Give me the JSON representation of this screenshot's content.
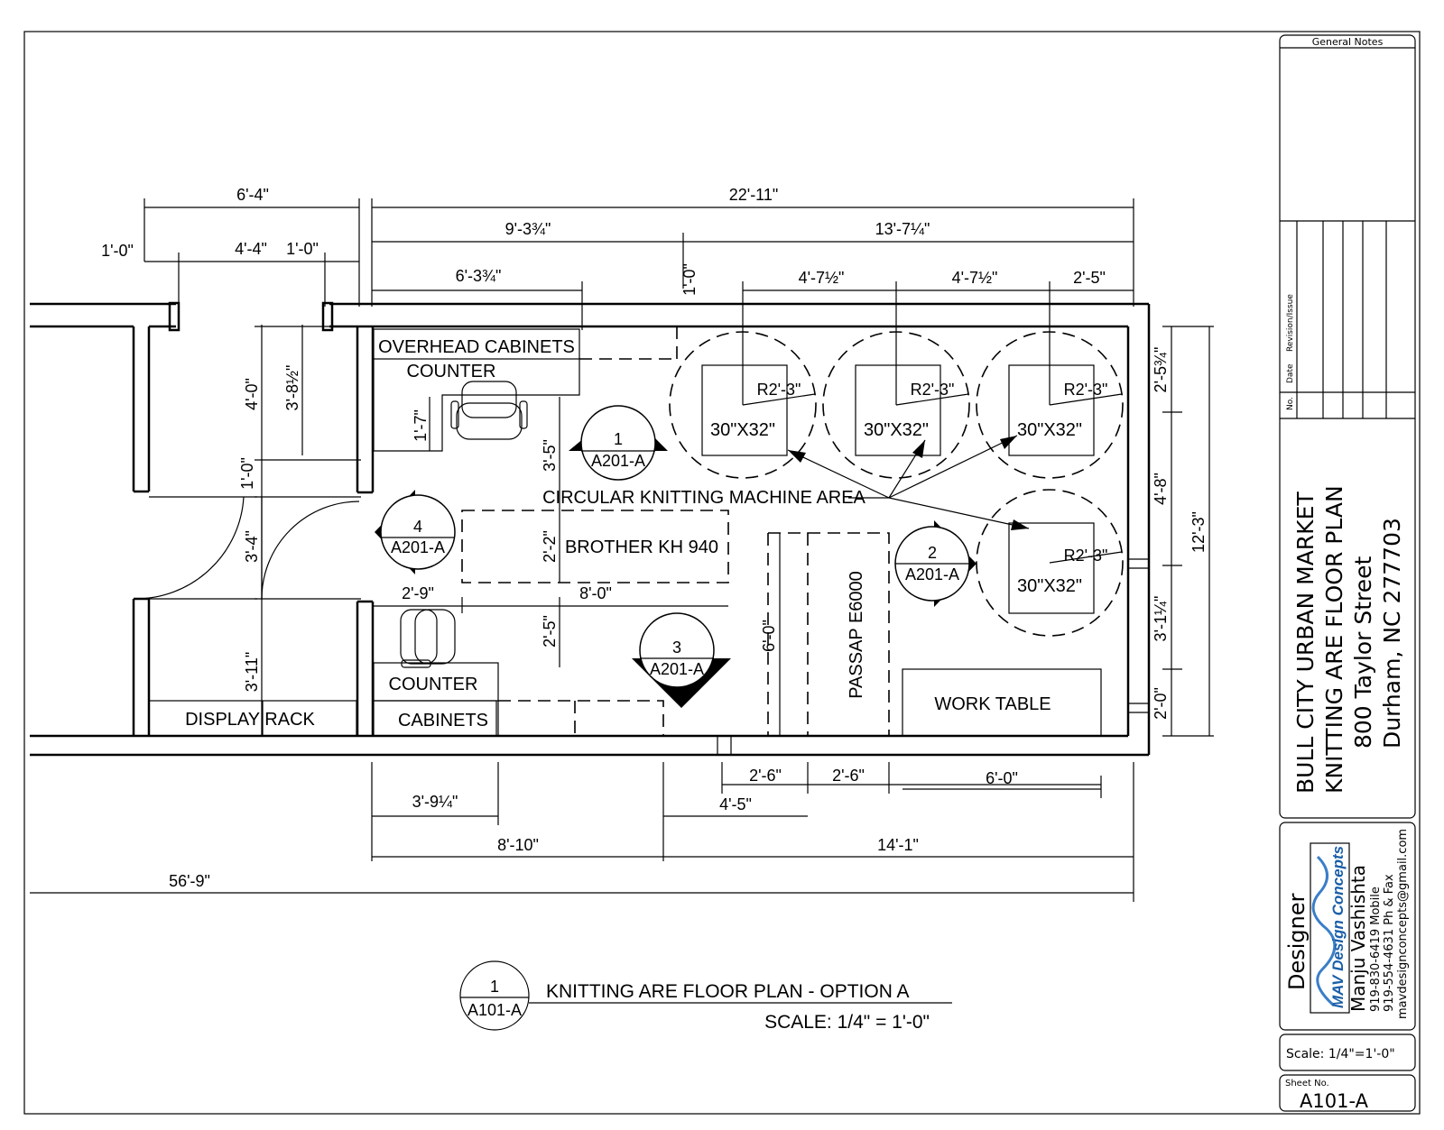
{
  "title_block": {
    "general_notes": "General Notes",
    "rev_no": "No.",
    "rev_date": "Date",
    "rev_desc": "Revision/Issue",
    "project_name": "BULL CITY URBAN MARKET",
    "drawing_title": "KNITTING ARE FLOOR PLAN",
    "street": "800 Taylor Street",
    "city": "Durham, NC 277703",
    "designer_label": "Designer",
    "logo_text": "MAV Design Concepts",
    "designer_name": "Manju Vashishta",
    "phone_mobile": "919-830-6419 Mobile",
    "phone_fax": "919-554-4631 Ph & Fax",
    "email": "mavdesignconcepts@gmail.com",
    "scale": "Scale: 1/4\"=1'-0\"",
    "sheet_label": "Sheet No.",
    "sheet_no": "A101-A"
  },
  "caption": {
    "bubble_num": "1",
    "bubble_ref": "A101-A",
    "title": "KNITTING ARE FLOOR PLAN - OPTION A",
    "scale": "SCALE: 1/4\" = 1'-0\""
  },
  "labels": {
    "overhead_cabinets": "OVERHEAD CABINETS",
    "counter_top": "COUNTER",
    "circular_area": "CIRCULAR KNITTING MACHINE AREA",
    "brother": "BROTHER KH 940",
    "passap": "PASSAP E6000",
    "work_table": "WORK TABLE",
    "counter_bottom": "COUNTER",
    "cabinets": "CABINETS",
    "display_rack": "DISPLAY RACK",
    "machine_1": "30\"X32\"",
    "machine_2": "30\"X32\"",
    "machine_3": "30\"X32\"",
    "machine_4": "30\"X32\"",
    "radius_1": "R2'-3\"",
    "radius_2": "R2'-3\"",
    "radius_3": "R2'-3\"",
    "radius_4": "R2'-3\""
  },
  "sections": [
    {
      "num": "1",
      "ref": "A201-A"
    },
    {
      "num": "2",
      "ref": "A201-A"
    },
    {
      "num": "3",
      "ref": "A201-A"
    },
    {
      "num": "4",
      "ref": "A201-A"
    }
  ],
  "dimensions": {
    "d_6_4": "6'-4\"",
    "d_22_11": "22'-11\"",
    "d_9_3": "9'-3¾\"",
    "d_13_7": "13'-7¼\"",
    "d_1_0_left": "1'-0\"",
    "d_4_4": "4'-4\"",
    "d_1_0_right": "1'-0\"",
    "d_6_3": "6'-3¾\"",
    "d_1_0_vert": "1'-0\"",
    "d_4_7_a": "4'-7½\"",
    "d_4_7_b": "4'-7½\"",
    "d_2_5": "2'-5\"",
    "d_4_0": "4'-0\"",
    "d_3_8": "3'-8½\"",
    "d_1_7": "1'-7\"",
    "d_1_0_mid": "1'-0\"",
    "d_3_4": "3'-4\"",
    "d_3_11": "3'-11\"",
    "d_3_5": "3'-5\"",
    "d_2_2": "2'-2\"",
    "d_8_0": "8'-0\"",
    "d_2_9": "2'-9\"",
    "d_2_5b": "2'-5\"",
    "d_6_0_v": "6'-0\"",
    "d_2_5r": "2'-5¾\"",
    "d_4_8": "4'-8\"",
    "d_12_3": "12'-3\"",
    "d_3_1": "3'-1¼\"",
    "d_2_0": "2'-0\"",
    "d_2_6a": "2'-6\"",
    "d_2_6b": "2'-6\"",
    "d_6_0_h": "6'-0\"",
    "d_3_9": "3'-9¼\"",
    "d_4_5": "4'-5\"",
    "d_8_10": "8'-10\"",
    "d_14_1": "14'-1\"",
    "d_56_9": "56'-9\""
  }
}
